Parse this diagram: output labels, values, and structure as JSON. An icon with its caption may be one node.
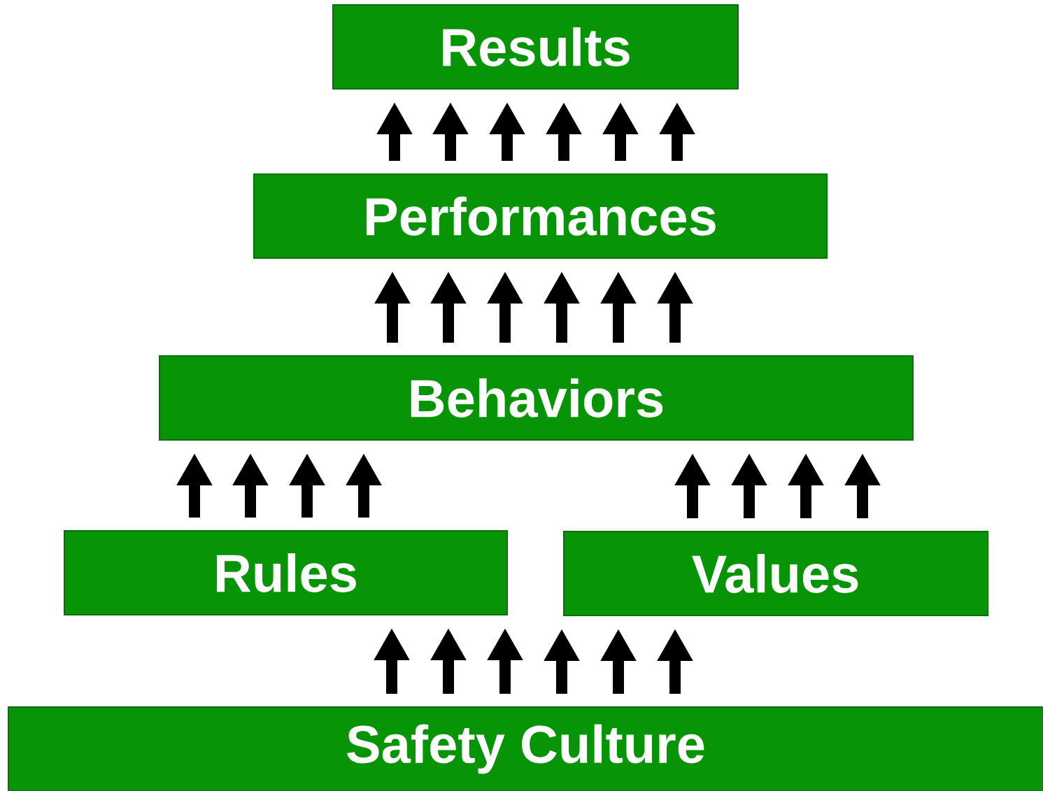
{
  "diagram": {
    "nodes": [
      {
        "text": [
          "Results"
        ]
      },
      {
        "text": [
          "Performances"
        ]
      },
      {
        "text": [
          "Behaviors"
        ]
      },
      {
        "text": [
          "Rules"
        ]
      },
      {
        "text": [
          "Values"
        ]
      },
      {
        "text": [
          "Safety Culture"
        ]
      }
    ],
    "edges": [
      {
        "from": 5,
        "to": 3,
        "arrow": "to"
      },
      {
        "from": 5,
        "to": 3,
        "arrow": "to"
      },
      {
        "from": 5,
        "to": 3,
        "arrow": "to"
      },
      {
        "from": 5,
        "to": 4,
        "arrow": "to"
      },
      {
        "from": 5,
        "to": 4,
        "arrow": "to"
      },
      {
        "from": 5,
        "to": 4,
        "arrow": "to"
      },
      {
        "from": 3,
        "to": 2,
        "arrow": "to"
      },
      {
        "from": 3,
        "to": 2,
        "arrow": "to"
      },
      {
        "from": 3,
        "to": 2,
        "arrow": "to"
      },
      {
        "from": 3,
        "to": 2,
        "arrow": "to"
      },
      {
        "from": 4,
        "to": 2,
        "arrow": "to"
      },
      {
        "from": 4,
        "to": 2,
        "arrow": "to"
      },
      {
        "from": 4,
        "to": 2,
        "arrow": "to"
      },
      {
        "from": 4,
        "to": 2,
        "arrow": "to"
      },
      {
        "from": 2,
        "to": 1,
        "arrow": "to"
      },
      {
        "from": 2,
        "to": 1,
        "arrow": "to"
      },
      {
        "from": 2,
        "to": 1,
        "arrow": "to"
      },
      {
        "from": 2,
        "to": 1,
        "arrow": "to"
      },
      {
        "from": 2,
        "to": 1,
        "arrow": "to"
      },
      {
        "from": 2,
        "to": 1,
        "arrow": "to"
      },
      {
        "from": 1,
        "to": 0,
        "arrow": "to"
      },
      {
        "from": 1,
        "to": 0,
        "arrow": "to"
      },
      {
        "from": 1,
        "to": 0,
        "arrow": "to"
      },
      {
        "from": 1,
        "to": 0,
        "arrow": "to"
      },
      {
        "from": 1,
        "to": 0,
        "arrow": "to"
      },
      {
        "from": 1,
        "to": 0,
        "arrow": "to"
      }
    ]
  }
}
